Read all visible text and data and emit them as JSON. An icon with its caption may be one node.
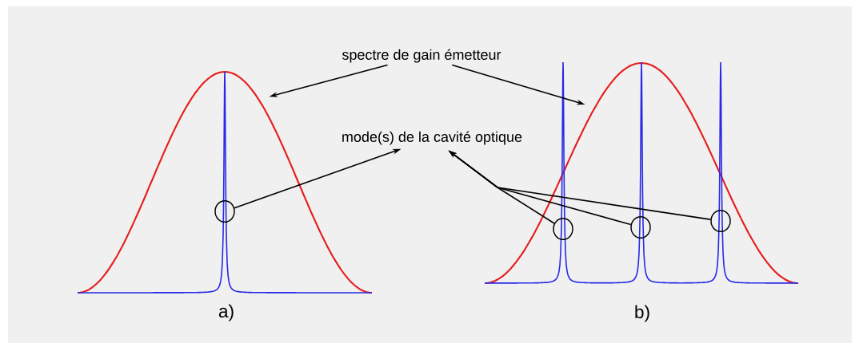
{
  "diagram": {
    "nodes": [
      {
        "text": [
          "spectre de gain émetteur"
        ]
      },
      {
        "text": [
          "mode(s) de la cavité optique"
        ]
      },
      {
        "text": [],
        "shape": "circle"
      },
      {
        "text": [],
        "shape": "circle"
      },
      {
        "text": [],
        "shape": "circle"
      },
      {
        "text": [],
        "shape": "circle"
      }
    ],
    "edges": [
      {
        "from": 0,
        "to": null,
        "arrow": "to"
      },
      {
        "from": 0,
        "to": null,
        "arrow": "to"
      },
      {
        "from": 2,
        "to": 1,
        "arrow": "to"
      },
      {
        "from": 3,
        "to": 1,
        "arrow": "to"
      },
      {
        "from": 4,
        "to": 1,
        "arrow": "to"
      },
      {
        "from": 5,
        "to": 1,
        "arrow": "to"
      }
    ],
    "labels": [
      "a)",
      "b)"
    ]
  }
}
